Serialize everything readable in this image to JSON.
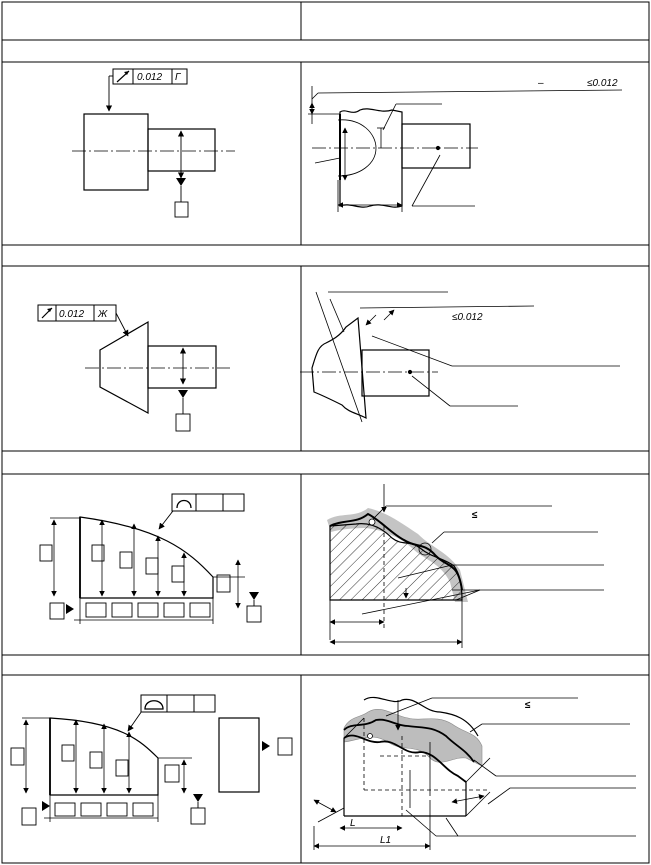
{
  "row1": {
    "frame": {
      "symbol": "⌿",
      "tolerance": "0.012",
      "datum": "Г"
    },
    "deviation": {
      "dash": "–",
      "value": "≤0.012"
    }
  },
  "row2": {
    "frame": {
      "symbol": "⌿",
      "tolerance": "0.012",
      "datum": "Ж"
    },
    "deviation": {
      "value": "≤0.012"
    }
  },
  "row3": {
    "deviation": {
      "value": "≤"
    }
  },
  "row4": {
    "deviation": {
      "value": "≤"
    },
    "dims": {
      "left": "L",
      "right": "L1"
    }
  },
  "colors": {
    "line": "#000000",
    "shade": "#bdbdbd",
    "shade_dark": "#8a8a8a"
  },
  "icons": [
    "runout-arrow-icon",
    "profile-arc-icon",
    "datum-triangle-icon"
  ]
}
